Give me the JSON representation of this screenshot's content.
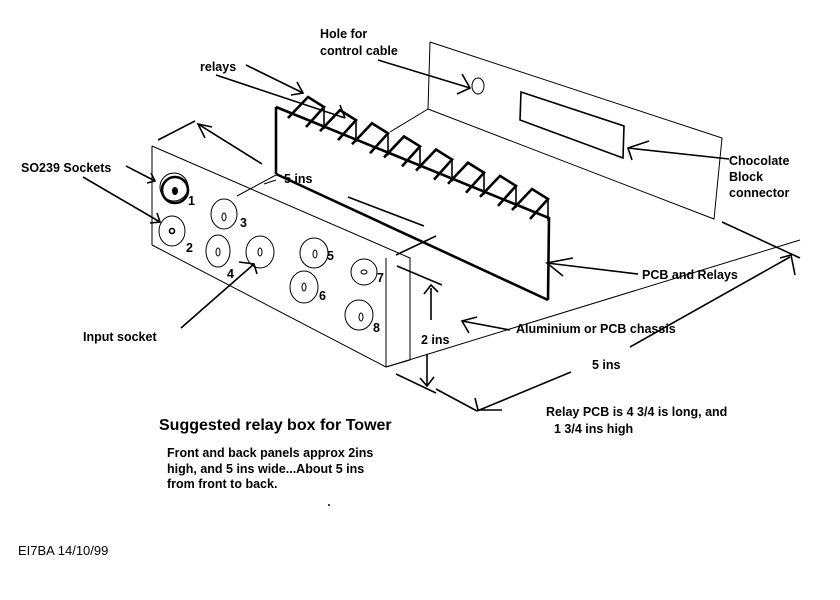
{
  "diagram": {
    "title": "Suggested relay box for Tower",
    "description_lines": [
      "Front and back panels approx 2ins",
      "high, and 5 ins wide...About 5 ins",
      "from front to back."
    ],
    "signature": "EI7BA  14/10/99",
    "labels": {
      "hole": [
        "Hole for",
        "control cable"
      ],
      "relays": "relays",
      "so239": "SO239 Sockets",
      "chocolate": [
        "Chocolate",
        "Block",
        "connector"
      ],
      "depth_top": "5 ins",
      "pcb_relays": "PCB and Relays",
      "chassis": "Aluminium or PCB chassis",
      "height": "2 ins",
      "width_bottom": "5 ins",
      "input_socket": "Input socket",
      "relay_pcb": [
        "Relay PCB is 4 3/4 is long, and",
        "1 3/4 ins high"
      ]
    },
    "sockets": [
      {
        "number": "1",
        "type": "SO239"
      },
      {
        "number": "2",
        "type": "SO239"
      },
      {
        "number": "3",
        "type": "output"
      },
      {
        "number": "4",
        "type": "input"
      },
      {
        "number": "5",
        "type": "output"
      },
      {
        "number": "6",
        "type": "output"
      },
      {
        "number": "7",
        "type": "output"
      },
      {
        "number": "8",
        "type": "output"
      }
    ],
    "relay_count": 8
  }
}
